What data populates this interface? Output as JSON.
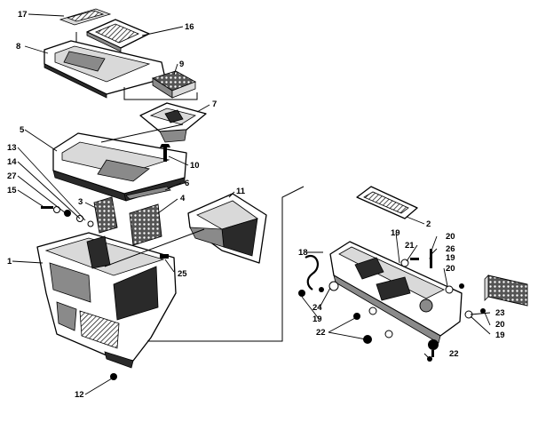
{
  "labels": {
    "p1": "1",
    "p2": "2",
    "p3": "3",
    "p4": "4",
    "p5": "5",
    "p6": "6",
    "p7": "7",
    "p8": "8",
    "p9": "9",
    "p10": "10",
    "p11": "11",
    "p12": "12",
    "p13": "13",
    "p14": "14",
    "p15": "15",
    "p16": "16",
    "p17": "17",
    "p18": "18",
    "p19a": "19",
    "p19b": "19",
    "p19c": "19",
    "p19d": "19",
    "p20a": "20",
    "p20b": "20",
    "p20c": "20",
    "p21": "21",
    "p22a": "22",
    "p22b": "22",
    "p23": "23",
    "p24": "24",
    "p25": "25",
    "p26": "26",
    "p27": "27"
  }
}
